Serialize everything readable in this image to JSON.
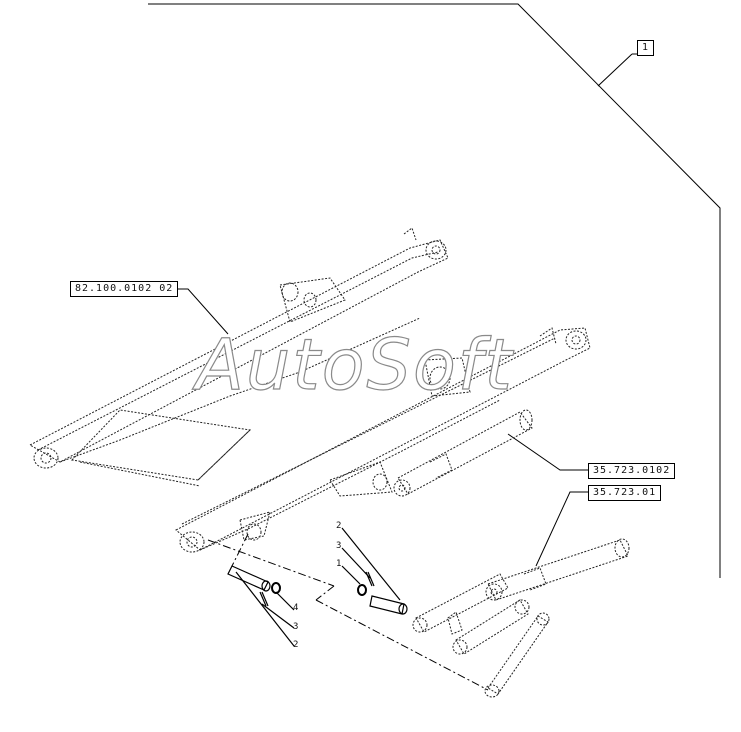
{
  "references": {
    "top_right": "1",
    "upper_arm": "82.100.0102 02",
    "cylinder_a": "35.723.0102",
    "cylinder_b": "35.723.01"
  },
  "callouts": {
    "left_pin_group": [
      "4",
      "3",
      "2"
    ],
    "center_pin_group": [
      "2",
      "3",
      "1"
    ]
  },
  "watermark": "AutoSoft"
}
